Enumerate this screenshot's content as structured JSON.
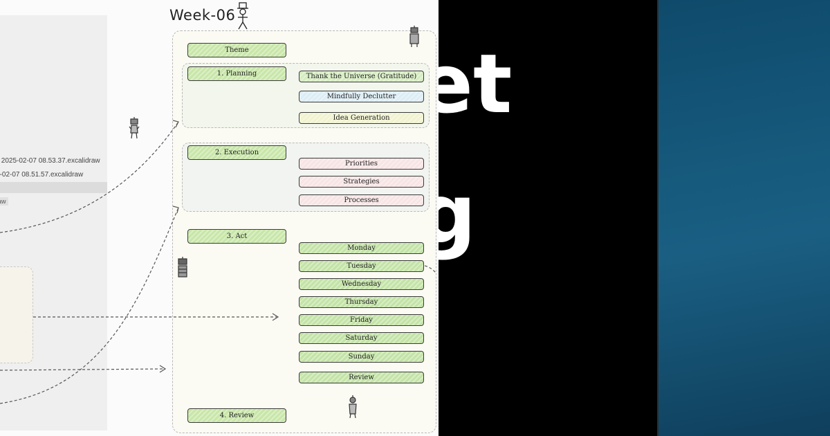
{
  "background_text": {
    "line1": "et",
    "line2": "g"
  },
  "files": {
    "item1": "y 2025-02-07 08.53.37.excalidraw",
    "item2": "5-02-07 08.51.57.excalidraw",
    "tag": "aw"
  },
  "board": {
    "title": "Week-06",
    "sections": {
      "theme": "Theme",
      "planning": "1. Planning",
      "execution": "2. Execution",
      "act": "3. Act",
      "review": "4. Review"
    },
    "planning_tasks": [
      "Thank the Universe (Gratitude)",
      "Mindfully Declutter",
      "Idea Generation"
    ],
    "execution_tasks": [
      "Priorities",
      "Strategies",
      "Processes"
    ],
    "days": [
      "Monday",
      "Tuesday",
      "Wednesday",
      "Thursday",
      "Friday",
      "Saturday",
      "Sunday",
      "Review"
    ]
  },
  "colors": {
    "section_green": "#c8e6a8",
    "task_green": "#d5ecc0",
    "task_blue": "#dcedf5",
    "task_yellow": "#f1f3cf",
    "task_pink": "#f7e4e4",
    "blue_panel": "#175c7f"
  },
  "icons": [
    "stick-figure-top-hat-icon",
    "robot-figure-icon"
  ]
}
